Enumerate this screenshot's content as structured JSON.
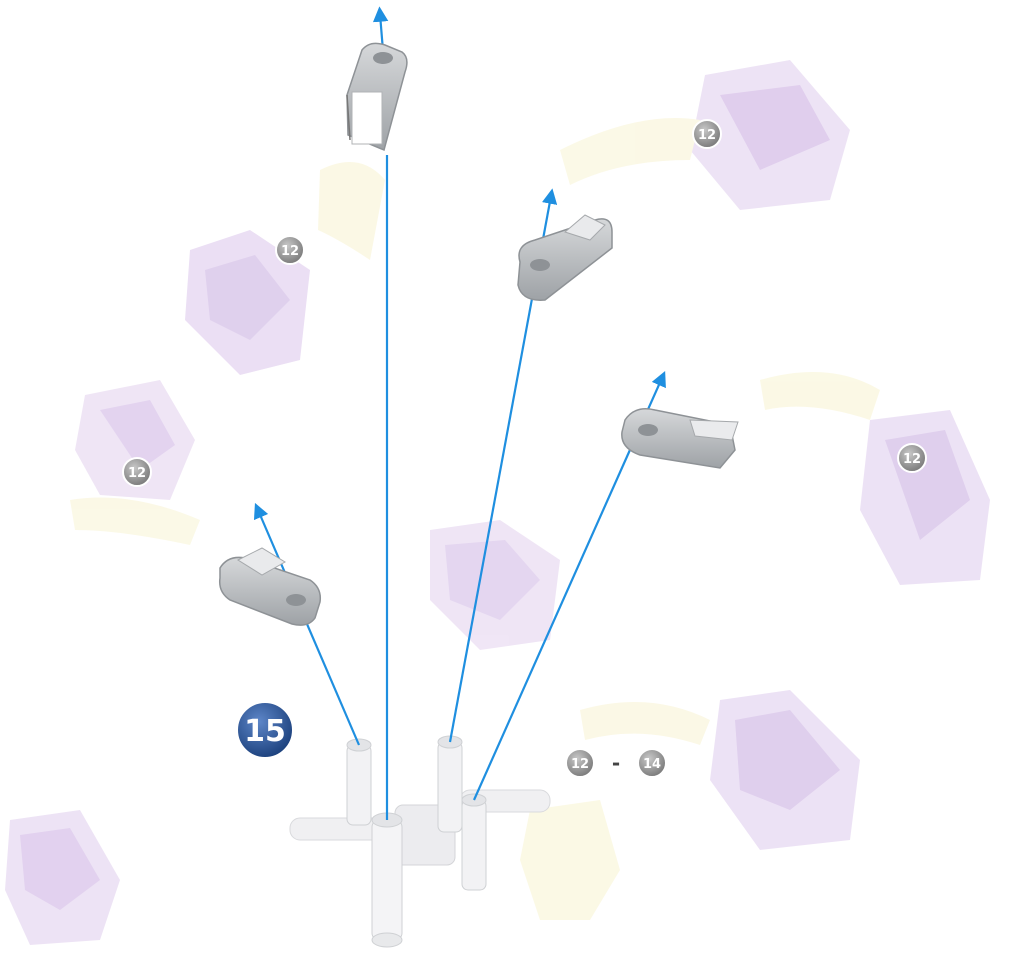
{
  "step": {
    "number": "15",
    "color": "#2f5a9e"
  },
  "references": [
    {
      "id": "ref-top-right",
      "label": "12"
    },
    {
      "id": "ref-upper-left",
      "label": "12"
    },
    {
      "id": "ref-left",
      "label": "12"
    },
    {
      "id": "ref-right",
      "label": "12"
    }
  ],
  "range_reference": {
    "from": "12",
    "dash": "-",
    "to": "14"
  },
  "colors": {
    "arrow": "#1f8fe0",
    "part_gray": "#b9bcbf",
    "part_dark": "#8e9296",
    "ghost_purple": "#e4d6f0",
    "ghost_yellow": "#fbf7dd",
    "badge_gray": "#9a9a9a"
  }
}
